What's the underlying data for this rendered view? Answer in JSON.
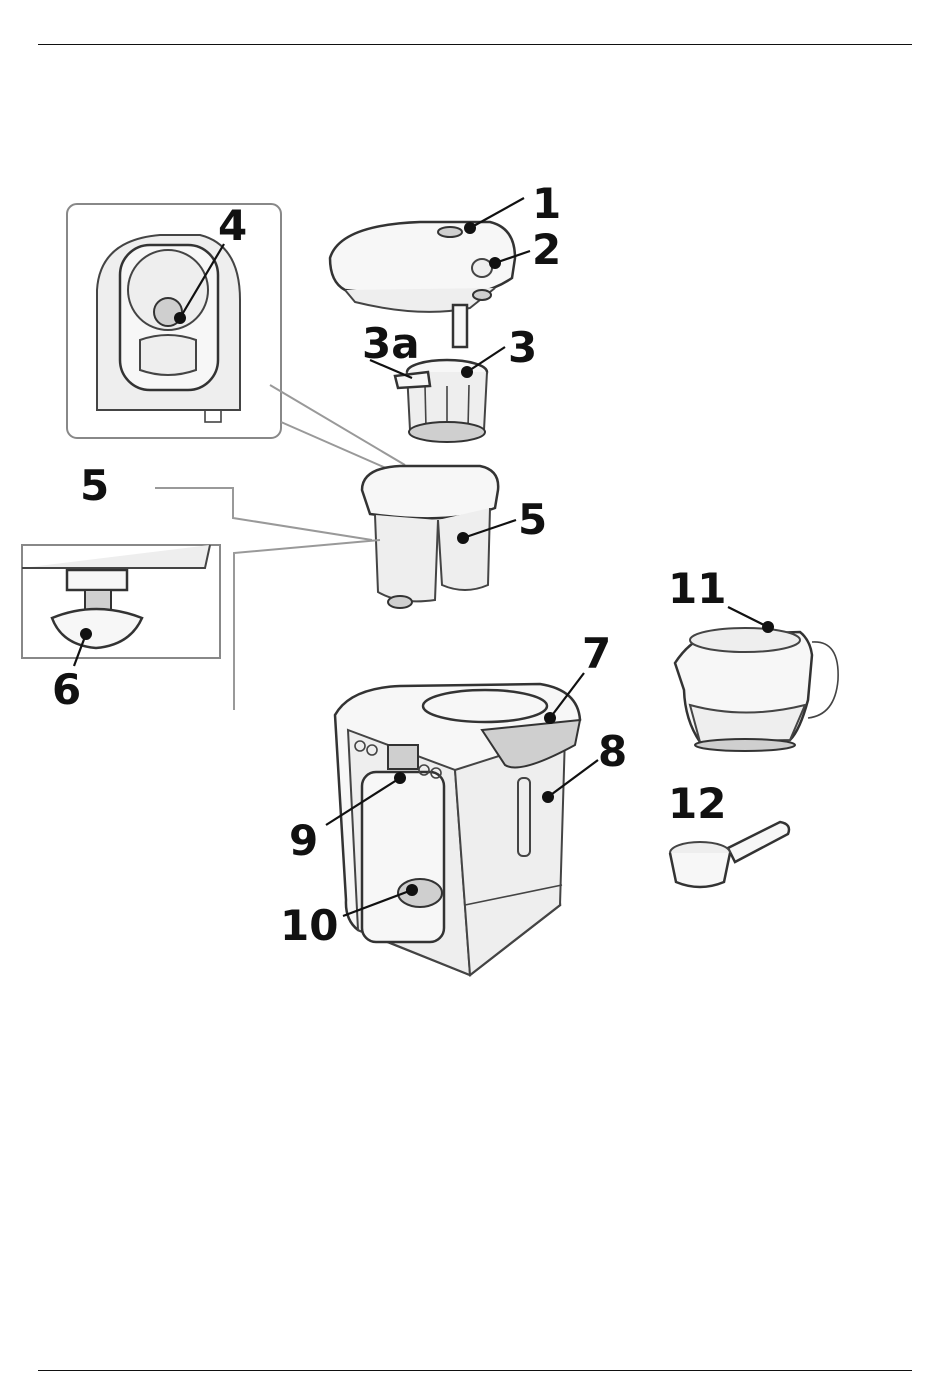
{
  "diagram": {
    "callouts": {
      "c1": "1",
      "c2": "2",
      "c3": "3",
      "c3a": "3a",
      "c4": "4",
      "c5_left": "5",
      "c5_right": "5",
      "c6": "6",
      "c7": "7",
      "c8": "8",
      "c9": "9",
      "c10": "10",
      "c11": "11",
      "c12": "12"
    }
  }
}
